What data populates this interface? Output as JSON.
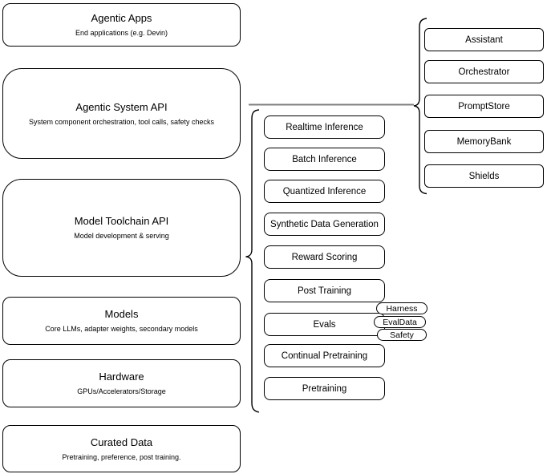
{
  "layers": [
    {
      "title": "Agentic Apps",
      "subtitle": "End applications (e.g. Devin)"
    },
    {
      "title": "Agentic System API",
      "subtitle": "System component orchestration, tool calls, safety checks"
    },
    {
      "title": "Model Toolchain API",
      "subtitle": "Model development & serving"
    },
    {
      "title": "Models",
      "subtitle": "Core LLMs, adapter weights, secondary models"
    },
    {
      "title": "Hardware",
      "subtitle": "GPUs/Accelerators/Storage"
    },
    {
      "title": "Curated Data",
      "subtitle": "Pretraining, preference, post training."
    }
  ],
  "toolchain_items": [
    {
      "label": "Realtime Inference"
    },
    {
      "label": "Batch Inference"
    },
    {
      "label": "Quantized Inference"
    },
    {
      "label": "Synthetic Data Generation"
    },
    {
      "label": "Reward Scoring"
    },
    {
      "label": "Post Training"
    },
    {
      "label": "Evals"
    },
    {
      "label": "Continual Pretraining"
    },
    {
      "label": "Pretraining"
    }
  ],
  "system_components": [
    {
      "label": "Assistant"
    },
    {
      "label": "Orchestrator"
    },
    {
      "label": "PromptStore"
    },
    {
      "label": "MemoryBank"
    },
    {
      "label": "Shields"
    }
  ],
  "eval_tags": [
    {
      "label": "Harness"
    },
    {
      "label": "EvalData"
    },
    {
      "label": "Safety"
    }
  ],
  "colors": {
    "background": "#ffffff",
    "box_border": "#000000",
    "text": "#000000",
    "connector_line": "#7f7f7f",
    "brace": "#000000"
  }
}
